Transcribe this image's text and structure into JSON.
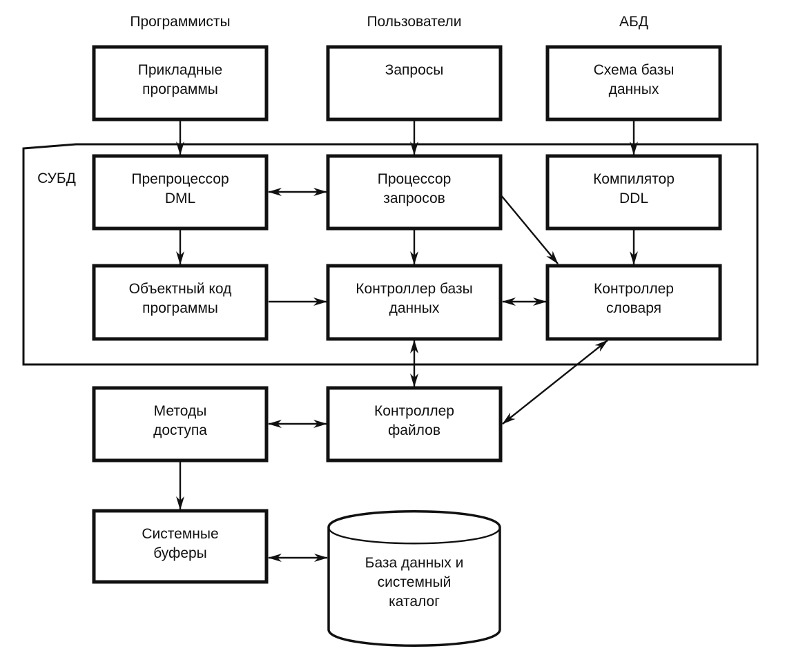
{
  "diagram": {
    "actors": [
      {
        "id": "programmers",
        "label": "Программисты"
      },
      {
        "id": "users",
        "label": "Пользователи"
      },
      {
        "id": "dba",
        "label": "АБД"
      }
    ],
    "frame_label": "СУБД",
    "nodes": {
      "app_programs": {
        "lines": [
          "Прикладные",
          "программы"
        ]
      },
      "queries": {
        "lines": [
          "Запросы"
        ]
      },
      "db_schema": {
        "lines": [
          "Схема базы",
          "данных"
        ]
      },
      "dml_preprocessor": {
        "lines": [
          "Препроцессор",
          "DML"
        ]
      },
      "query_processor": {
        "lines": [
          "Процессор",
          "запросов"
        ]
      },
      "ddl_compiler": {
        "lines": [
          "Компилятор",
          "DDL"
        ]
      },
      "object_code": {
        "lines": [
          "Объектный код",
          "программы"
        ]
      },
      "db_manager": {
        "lines": [
          "Контроллер базы",
          "данных"
        ]
      },
      "dictionary_manager": {
        "lines": [
          "Контроллер",
          "словаря"
        ]
      },
      "access_methods": {
        "lines": [
          "Методы",
          "доступа"
        ]
      },
      "file_manager": {
        "lines": [
          "Контроллер",
          "файлов"
        ]
      },
      "system_buffers": {
        "lines": [
          "Системные",
          "буферы"
        ]
      },
      "database": {
        "lines": [
          "База данных и",
          "системный",
          "каталог"
        ]
      }
    },
    "edges": [
      {
        "from": "app_programs",
        "to": "dml_preprocessor",
        "direction": "forward"
      },
      {
        "from": "queries",
        "to": "query_processor",
        "direction": "forward"
      },
      {
        "from": "db_schema",
        "to": "ddl_compiler",
        "direction": "forward"
      },
      {
        "from": "dml_preprocessor",
        "to": "query_processor",
        "direction": "both"
      },
      {
        "from": "dml_preprocessor",
        "to": "object_code",
        "direction": "forward"
      },
      {
        "from": "query_processor",
        "to": "db_manager",
        "direction": "forward"
      },
      {
        "from": "query_processor",
        "to": "dictionary_manager",
        "direction": "forward"
      },
      {
        "from": "ddl_compiler",
        "to": "dictionary_manager",
        "direction": "forward"
      },
      {
        "from": "object_code",
        "to": "db_manager",
        "direction": "forward"
      },
      {
        "from": "db_manager",
        "to": "dictionary_manager",
        "direction": "both"
      },
      {
        "from": "db_manager",
        "to": "file_manager",
        "direction": "both"
      },
      {
        "from": "dictionary_manager",
        "to": "file_manager",
        "direction": "both"
      },
      {
        "from": "file_manager",
        "to": "access_methods",
        "direction": "both"
      },
      {
        "from": "access_methods",
        "to": "system_buffers",
        "direction": "forward"
      },
      {
        "from": "system_buffers",
        "to": "database",
        "direction": "both"
      }
    ]
  }
}
